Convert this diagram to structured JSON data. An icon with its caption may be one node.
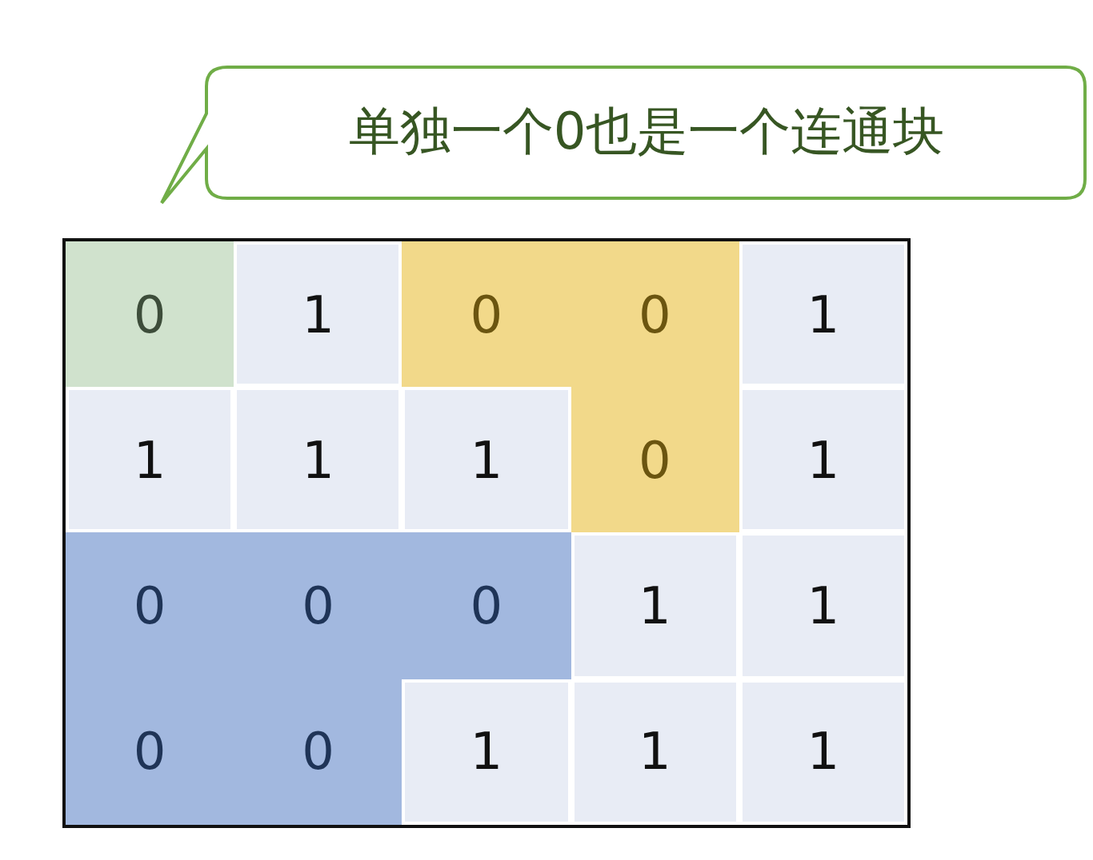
{
  "diagram": {
    "nodes": [
      {
        "text": [
          "单独一个0也是一个连通块"
        ]
      }
    ],
    "labels": [
      "0",
      "1",
      "0",
      "0",
      "1",
      "1",
      "1",
      "1",
      "0",
      "1",
      "0",
      "0",
      "0",
      "1",
      "1",
      "0",
      "0",
      "1",
      "1",
      "1"
    ]
  }
}
